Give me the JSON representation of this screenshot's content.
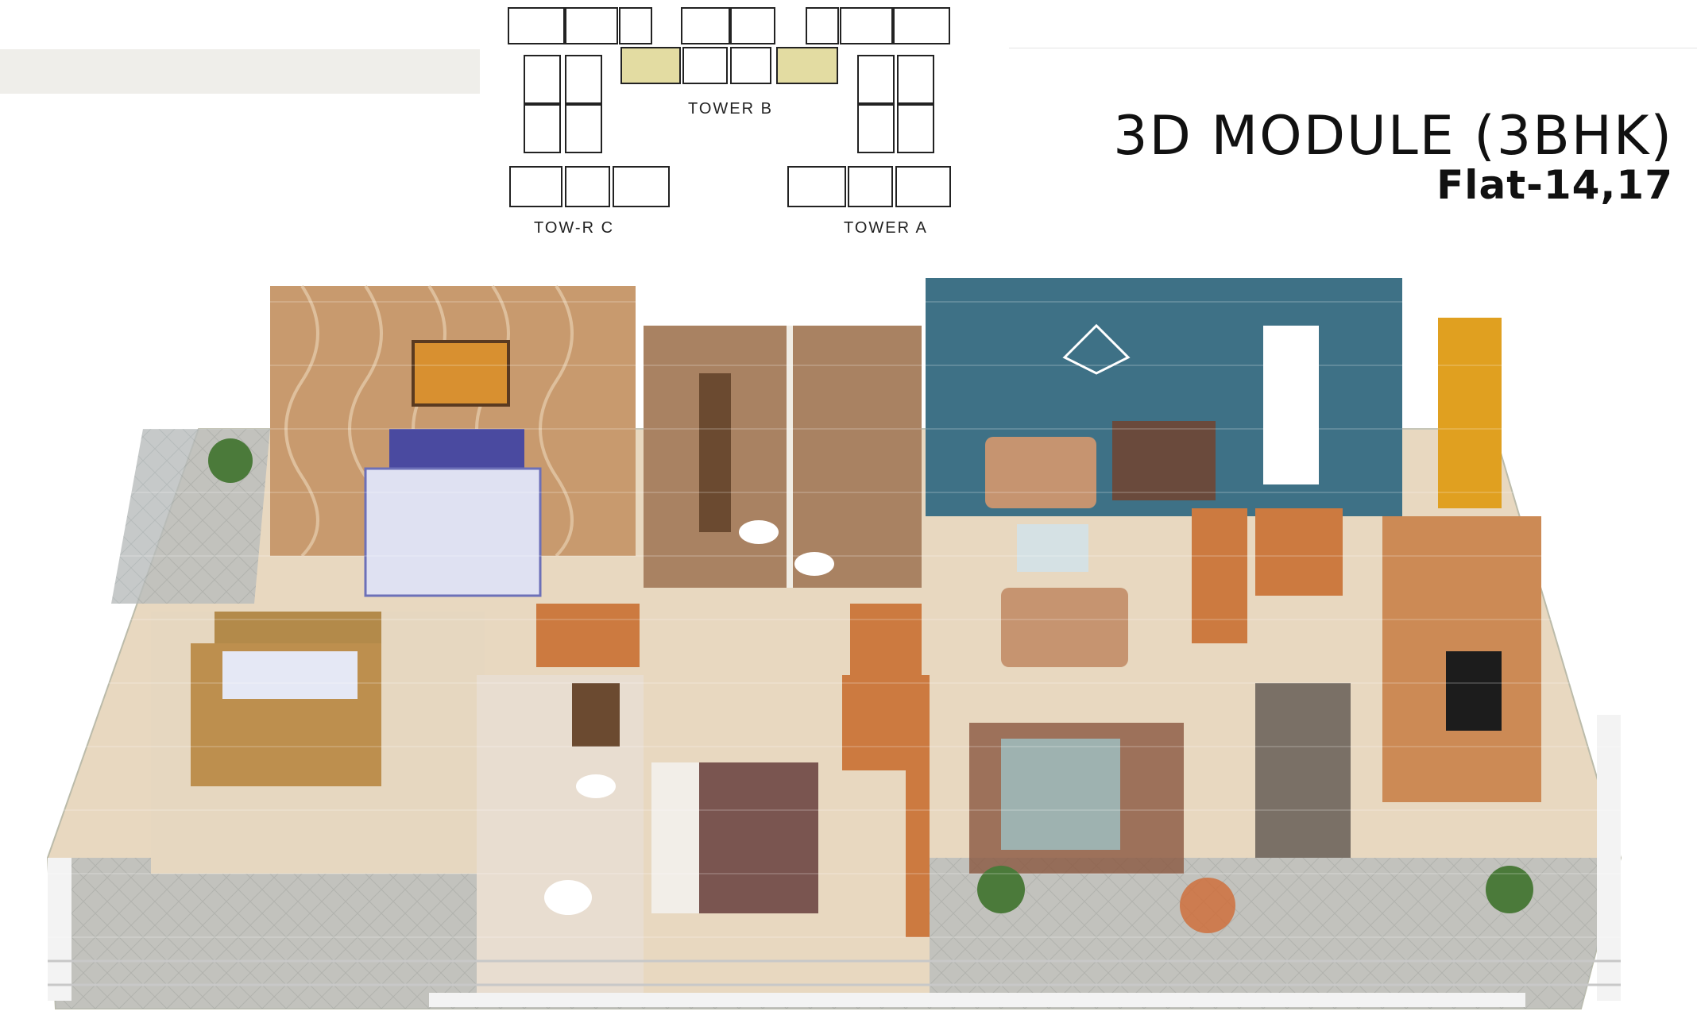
{
  "header": {
    "title": "3D MODULE (3BHK)",
    "subtitle": "Flat-14,17"
  },
  "site_plan": {
    "tower_b_label": "TOWER B",
    "tower_c_label": "TOW-R C",
    "tower_a_label": "TOWER A",
    "highlight_color": "#e3dca2"
  },
  "floorplan": {
    "rooms": [
      "bedroom-top-left",
      "bedroom-left",
      "bathroom-1",
      "bathroom-2",
      "bathroom-3",
      "bedroom-center",
      "living-room",
      "dining-area",
      "kitchen",
      "utility",
      "balcony"
    ]
  },
  "colors": {
    "accent_wall_blue": "#3e7186",
    "wood_brown": "#c07a45",
    "floor_beige": "#e8d8c0",
    "balcony_grey": "#b8bcbc"
  }
}
